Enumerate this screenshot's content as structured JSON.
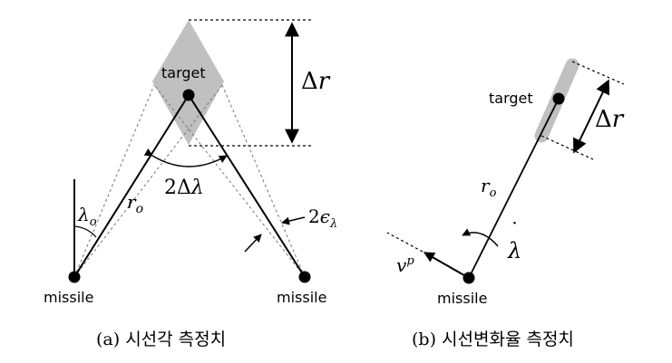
{
  "panel_a": {
    "target_label": "target",
    "missile_left_label": "missile",
    "missile_right_label": "missile",
    "delta_r": {
      "symbol": "Δ",
      "var": "r"
    },
    "two_delta_lambda": {
      "num": "2",
      "symbol": "Δ",
      "var": "λ"
    },
    "range_label": {
      "var": "r",
      "sub": "o"
    },
    "lambda_o": {
      "var": "λ",
      "sub": "o"
    },
    "two_eps_lambda": {
      "num": "2",
      "var": "ϵ",
      "sub": "λ"
    },
    "caption": "(a) 시선각 측정치"
  },
  "panel_b": {
    "target_label": "target",
    "missile_label": "missile",
    "delta_r": {
      "symbol": "Δ",
      "var": "r"
    },
    "range_label": {
      "var": "r",
      "sub": "o"
    },
    "lambda_dot": {
      "var": "λ",
      "dot": "˙"
    },
    "velocity_label": {
      "var": "v",
      "sup": "p"
    },
    "caption": "(b) 시선변화율 측정치"
  },
  "colors": {
    "uncertainty": "#c0c0c0",
    "line": "#000000",
    "dotted": "#555555"
  }
}
